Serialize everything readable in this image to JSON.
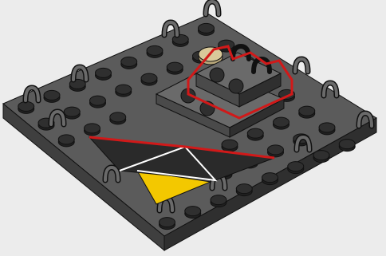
{
  "scene": {
    "subject": "lego-build-step",
    "colors": {
      "background": "#ececec",
      "baseplate_top": "#5b5b5b",
      "baseplate_side": "#3f3f3f",
      "baseplate_side_dark": "#2f2f2f",
      "stud_top": "#2f2f2f",
      "stud_side": "#202020",
      "clip": "#6a6a6a",
      "plate_top": "#6a6a6a",
      "plate_side": "#4a4a4a",
      "tile_dark": "#2a2a2a",
      "tile_yellow": "#f3c800",
      "round_tan": "#d9c99a",
      "callout_red": "#d11919",
      "highlight_white": "#ffffff"
    },
    "callouts": [
      "red-outline-raised-plate",
      "red-line-slope-edge"
    ],
    "icons": [
      "lego-stud",
      "lego-clip",
      "lego-round-tile",
      "lego-wedge-tile"
    ]
  }
}
